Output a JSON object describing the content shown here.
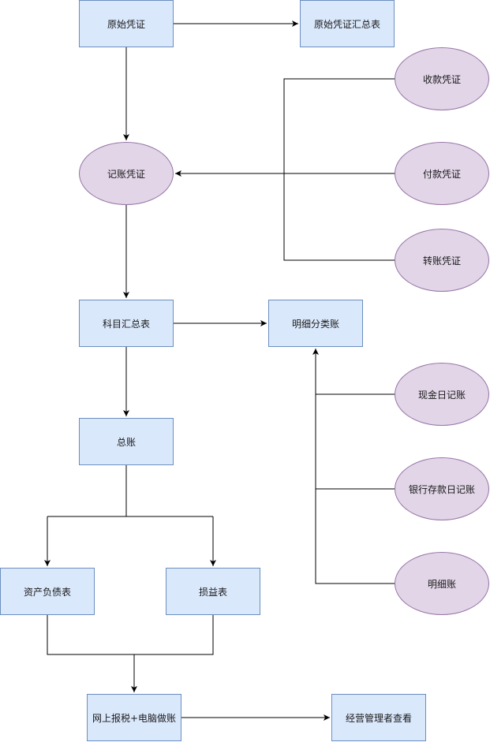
{
  "nodes": {
    "original_voucher": "原始凭证",
    "original_voucher_summary": "原始凭证汇总表",
    "receipt_voucher": "收款凭证",
    "bookkeeping_voucher": "记账凭证",
    "payment_voucher": "付款凭证",
    "transfer_voucher": "转账凭证",
    "account_summary": "科目汇总表",
    "detail_ledger": "明细分类账",
    "cash_journal": "现金日记账",
    "general_ledger": "总账",
    "bank_deposit_journal": "银行存款日记账",
    "detail_account": "明细账",
    "balance_sheet": "资产负债表",
    "income_statement": "损益表",
    "online_tax": "网上报税+电脑做账",
    "management_review": "经营管理者查看"
  },
  "colors": {
    "rect_fill": "#dae8fc",
    "rect_stroke": "#6c8ebf",
    "ellipse_fill": "#e1d5e7",
    "ellipse_stroke": "#9673a6",
    "edge": "#000000"
  }
}
